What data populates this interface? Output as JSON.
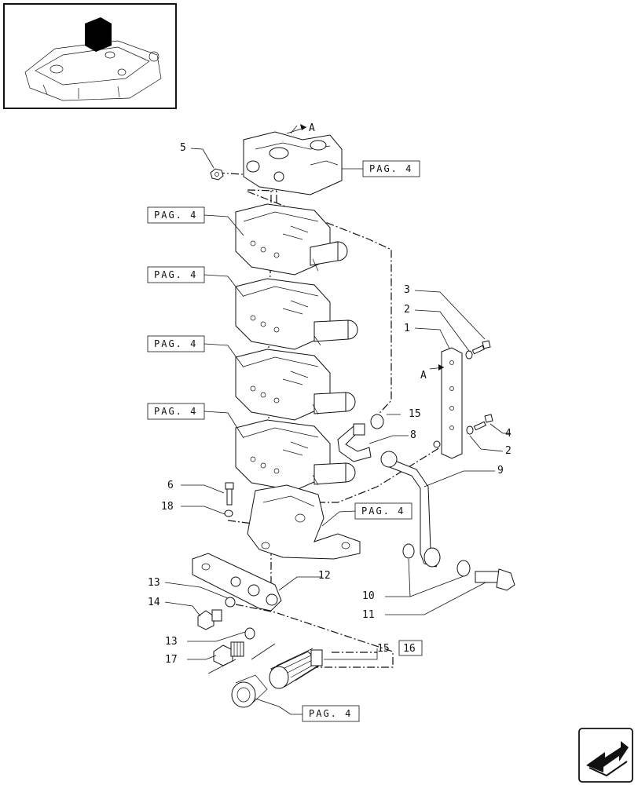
{
  "page_refs": [
    {
      "id": "pag-top",
      "text": "PAG. 4"
    },
    {
      "id": "pag-left-1",
      "text": "PAG. 4"
    },
    {
      "id": "pag-left-2",
      "text": "PAG. 4"
    },
    {
      "id": "pag-left-3",
      "text": "PAG. 4"
    },
    {
      "id": "pag-left-4",
      "text": "PAG. 4"
    },
    {
      "id": "pag-mid",
      "text": "PAG. 4"
    },
    {
      "id": "pag-bottom",
      "text": "PAG. 4"
    }
  ],
  "callouts": {
    "c1": "1",
    "c2a": "2",
    "c2b": "2",
    "c3": "3",
    "c4": "4",
    "c5": "5",
    "c6": "6",
    "c8": "8",
    "c9": "9",
    "c10": "10",
    "c11": "11",
    "c12": "12",
    "c13a": "13",
    "c13b": "13",
    "c14": "14",
    "c15a": "15",
    "c15b": "15",
    "c16": "16",
    "c17": "17",
    "c18": "18"
  },
  "view_markers": {
    "a_top": "A",
    "a_side": "A"
  },
  "icons": {
    "thumbnail": "tractor-hitch-thumbnail-icon",
    "next": "next-page-arrow-icon"
  }
}
